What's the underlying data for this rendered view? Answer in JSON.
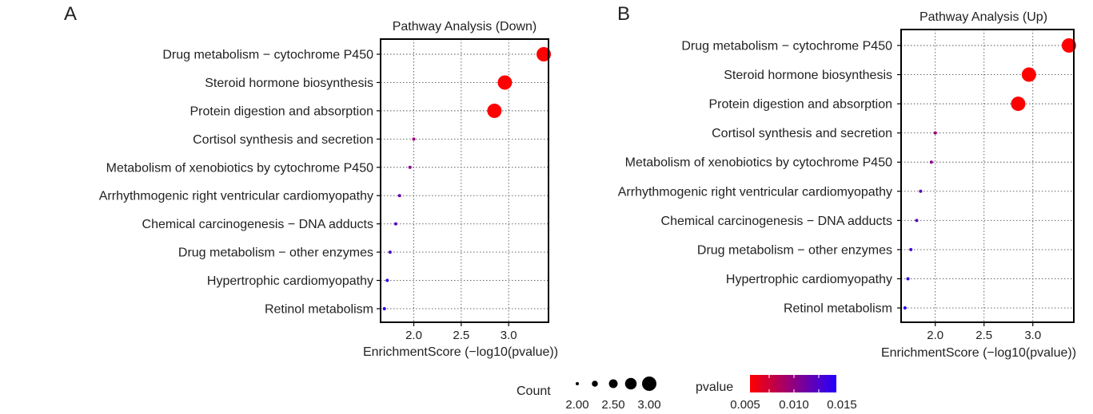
{
  "colors": {
    "low_pvalue": "#ff0000",
    "high_pvalue": "#2200ff"
  },
  "chart_data": [
    {
      "panel": "A",
      "type": "scatter",
      "title": "Pathway Analysis (Down)",
      "xlabel": "EnrichmentScore (−log10(pvalue))",
      "xlim": [
        1.65,
        3.42
      ],
      "xticks": [
        "2.0",
        "2.5",
        "3.0"
      ],
      "xtick_values": [
        2.0,
        2.5,
        3.0
      ],
      "grid": true,
      "points": [
        {
          "category": "Drug metabolism − cytochrome P450",
          "x": 3.37,
          "count": 3,
          "pvalue": 0.005
        },
        {
          "category": "Steroid hormone biosynthesis",
          "x": 2.96,
          "count": 3,
          "pvalue": 0.005
        },
        {
          "category": "Protein digestion and absorption",
          "x": 2.85,
          "count": 3,
          "pvalue": 0.005
        },
        {
          "category": "Cortisol synthesis and secretion",
          "x": 2.0,
          "count": 2,
          "pvalue": 0.01
        },
        {
          "category": "Metabolism of xenobiotics by cytochrome P450",
          "x": 1.96,
          "count": 2,
          "pvalue": 0.011
        },
        {
          "category": "Arrhythmogenic right ventricular cardiomyopathy",
          "x": 1.85,
          "count": 2,
          "pvalue": 0.013
        },
        {
          "category": "Chemical carcinogenesis − DNA adducts",
          "x": 1.81,
          "count": 2,
          "pvalue": 0.013
        },
        {
          "category": "Drug metabolism − other enzymes",
          "x": 1.75,
          "count": 2,
          "pvalue": 0.014
        },
        {
          "category": "Hypertrophic cardiomyopathy",
          "x": 1.72,
          "count": 2,
          "pvalue": 0.015
        },
        {
          "category": "Retinol metabolism",
          "x": 1.69,
          "count": 2,
          "pvalue": 0.016
        }
      ]
    },
    {
      "panel": "B",
      "type": "scatter",
      "title": "Pathway Analysis (Up)",
      "xlabel": "EnrichmentScore (−log10(pvalue))",
      "xlim": [
        1.65,
        3.42
      ],
      "xticks": [
        "2.0",
        "2.5",
        "3.0"
      ],
      "xtick_values": [
        2.0,
        2.5,
        3.0
      ],
      "grid": true,
      "points": [
        {
          "category": "Drug metabolism − cytochrome P450",
          "x": 3.37,
          "count": 3,
          "pvalue": 0.005
        },
        {
          "category": "Steroid hormone biosynthesis",
          "x": 2.96,
          "count": 3,
          "pvalue": 0.005
        },
        {
          "category": "Protein digestion and absorption",
          "x": 2.85,
          "count": 3,
          "pvalue": 0.005
        },
        {
          "category": "Cortisol synthesis and secretion",
          "x": 2.0,
          "count": 2,
          "pvalue": 0.01
        },
        {
          "category": "Metabolism of xenobiotics by cytochrome P450",
          "x": 1.96,
          "count": 2,
          "pvalue": 0.011
        },
        {
          "category": "Arrhythmogenic right ventricular cardiomyopathy",
          "x": 1.85,
          "count": 2,
          "pvalue": 0.013
        },
        {
          "category": "Chemical carcinogenesis − DNA adducts",
          "x": 1.81,
          "count": 2,
          "pvalue": 0.013
        },
        {
          "category": "Drug metabolism − other enzymes",
          "x": 1.75,
          "count": 2,
          "pvalue": 0.014
        },
        {
          "category": "Hypertrophic cardiomyopathy",
          "x": 1.72,
          "count": 2,
          "pvalue": 0.015
        },
        {
          "category": "Retinol metabolism",
          "x": 1.69,
          "count": 2,
          "pvalue": 0.016
        }
      ]
    }
  ],
  "legend": {
    "count": {
      "title": "Count",
      "labels": [
        "2.00",
        "2.50",
        "3.00"
      ],
      "values": [
        2.0,
        2.25,
        2.5,
        2.75,
        3.0
      ]
    },
    "pvalue": {
      "title": "pvalue",
      "labels": [
        "0.005",
        "0.010",
        "0.015"
      ],
      "range": [
        0.005,
        0.016
      ]
    }
  }
}
